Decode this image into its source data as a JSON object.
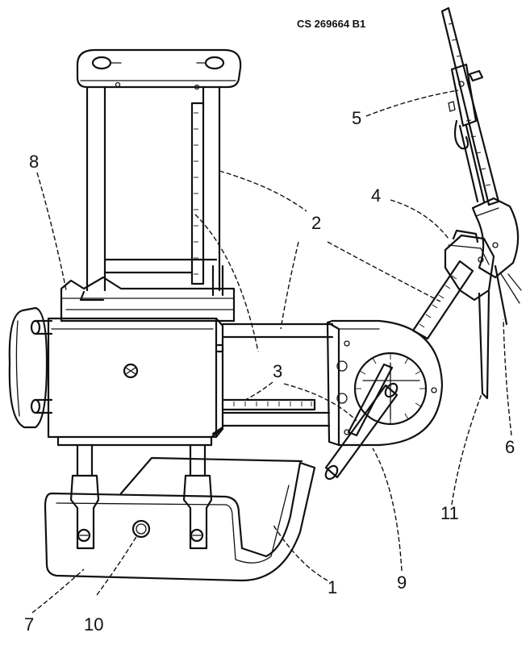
{
  "header": {
    "patent_number": "CS 269664 B1"
  },
  "references": {
    "r1": "1",
    "r2": "2",
    "r3": "3",
    "r4": "4",
    "r5": "5",
    "r6": "6",
    "r7": "7",
    "r8": "8",
    "r9": "9",
    "r10": "10",
    "r11": "11"
  }
}
